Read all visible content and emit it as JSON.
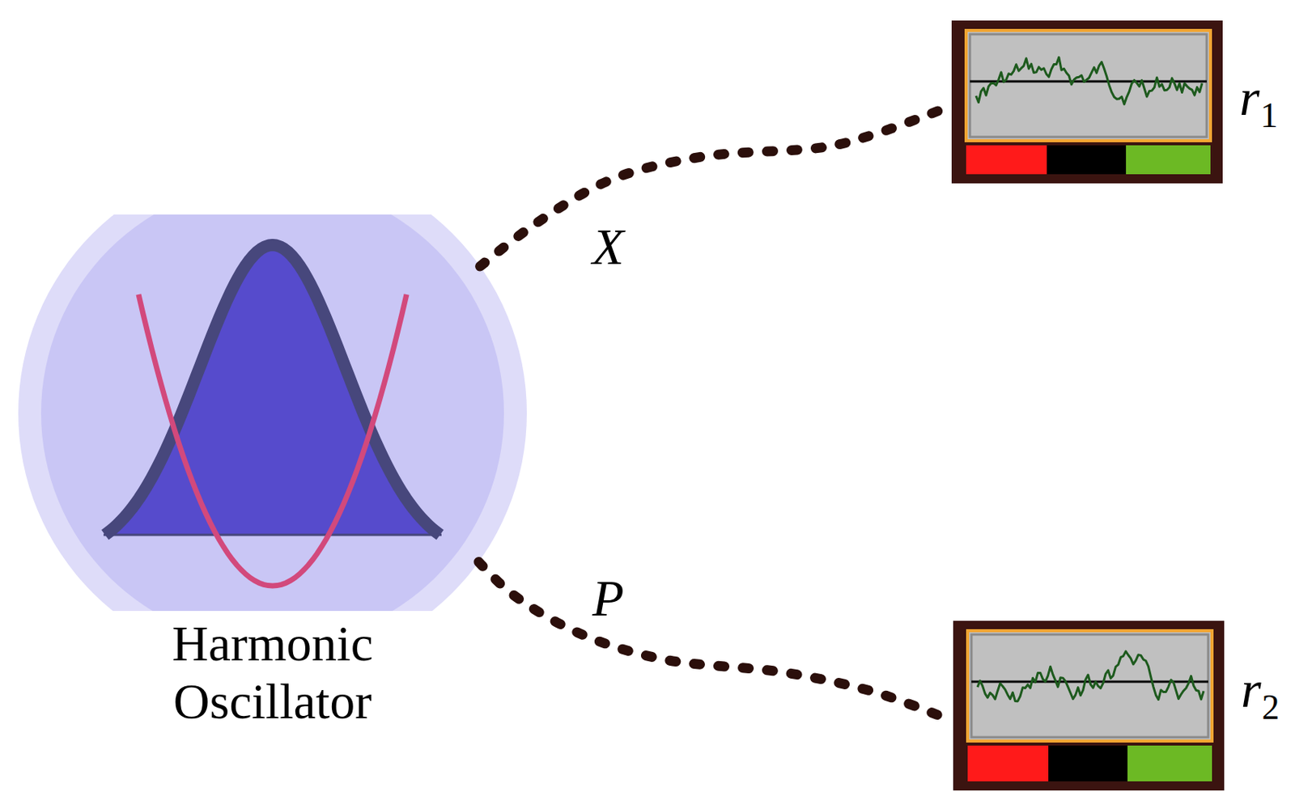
{
  "diagram": {
    "nodes": [
      {
        "text": [
          "Harmonic Oscillator"
        ]
      },
      {
        "text": [
          "r1"
        ]
      },
      {
        "text": [
          "r2"
        ]
      }
    ],
    "edges": [
      {
        "from": 0,
        "to": 1,
        "label": "X",
        "arrow": "none"
      },
      {
        "from": 0,
        "to": 2,
        "label": "P",
        "arrow": "none"
      }
    ]
  }
}
